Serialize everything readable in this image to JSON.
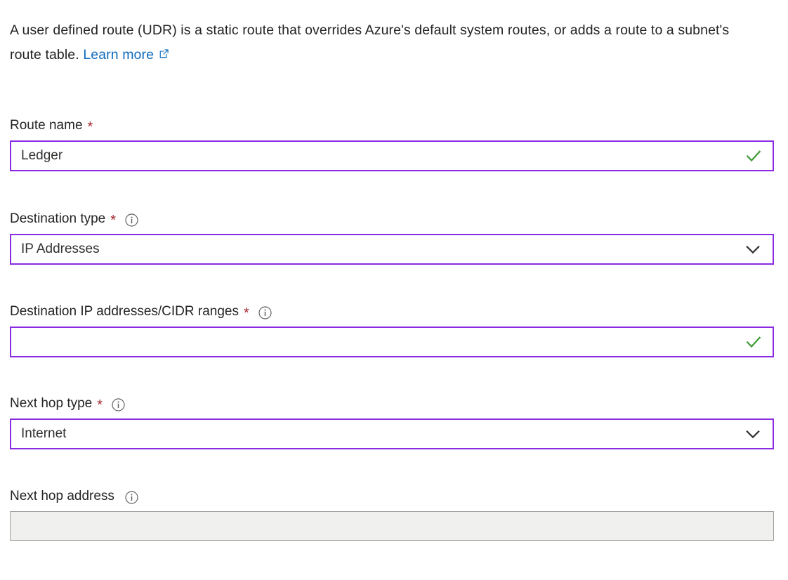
{
  "intro": {
    "text": "A user defined route (UDR) is a static route that overrides Azure's default system routes, or adds a route to a subnet's route table.",
    "link_label": "Learn more",
    "link_icon": "external-link-icon"
  },
  "colors": {
    "accent_border": "#8a2be2",
    "link": "#0f6cbd",
    "required": "#a4262c",
    "valid": "#3f9c35",
    "text": "#323130",
    "disabled_bg": "#f0f0ee",
    "disabled_border": "#a19f9d"
  },
  "fields": [
    {
      "id": "route-name",
      "label": "Route name",
      "required": true,
      "has_info": false,
      "type": "text",
      "value": "Ledger",
      "placeholder": "",
      "valid": true,
      "disabled": false
    },
    {
      "id": "destination-type",
      "label": "Destination type",
      "required": true,
      "has_info": true,
      "type": "select",
      "value": "IP Addresses",
      "placeholder": "",
      "valid": false,
      "disabled": false
    },
    {
      "id": "destination-ip-cidr",
      "label": "Destination IP addresses/CIDR ranges",
      "required": true,
      "has_info": true,
      "type": "text",
      "value": "",
      "placeholder": "",
      "valid": true,
      "disabled": false
    },
    {
      "id": "next-hop-type",
      "label": "Next hop type",
      "required": true,
      "has_info": true,
      "type": "select",
      "value": "Internet",
      "placeholder": "",
      "valid": false,
      "disabled": false
    },
    {
      "id": "next-hop-address",
      "label": "Next hop address",
      "required": false,
      "has_info": true,
      "type": "text",
      "value": "",
      "placeholder": "",
      "valid": false,
      "disabled": true
    }
  ]
}
